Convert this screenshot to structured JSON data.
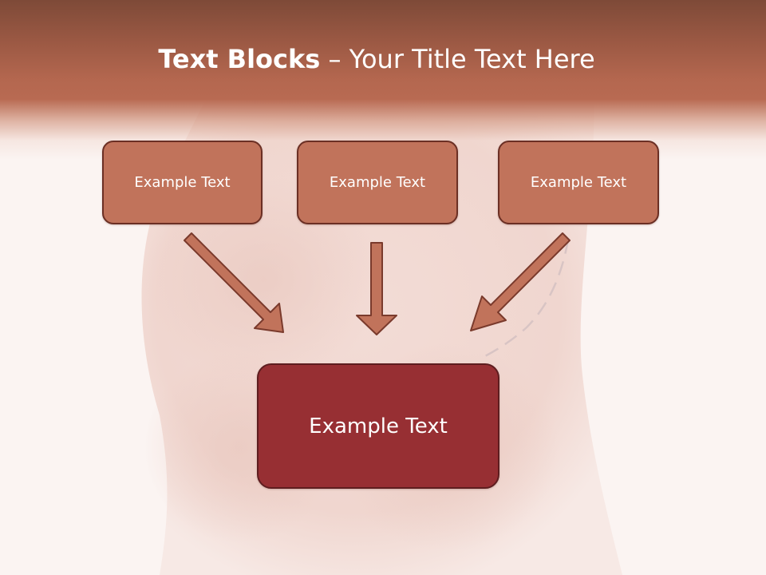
{
  "slide": {
    "title_bold": "Text Blocks",
    "title_separator": " – ",
    "title_rest": "Your Title Text Here"
  },
  "blocks": [
    {
      "label": "Example Text"
    },
    {
      "label": "Example Text"
    },
    {
      "label": "Example Text"
    }
  ],
  "main_block": {
    "label": "Example Text"
  },
  "colors": {
    "header": "#b4674f",
    "block_fill": "#c1735b",
    "block_border": "#6b2f24",
    "main_fill": "#972f33",
    "arrow_fill": "#c1735b",
    "arrow_stroke": "#7a3a2c",
    "background": "#fbf4f2"
  }
}
